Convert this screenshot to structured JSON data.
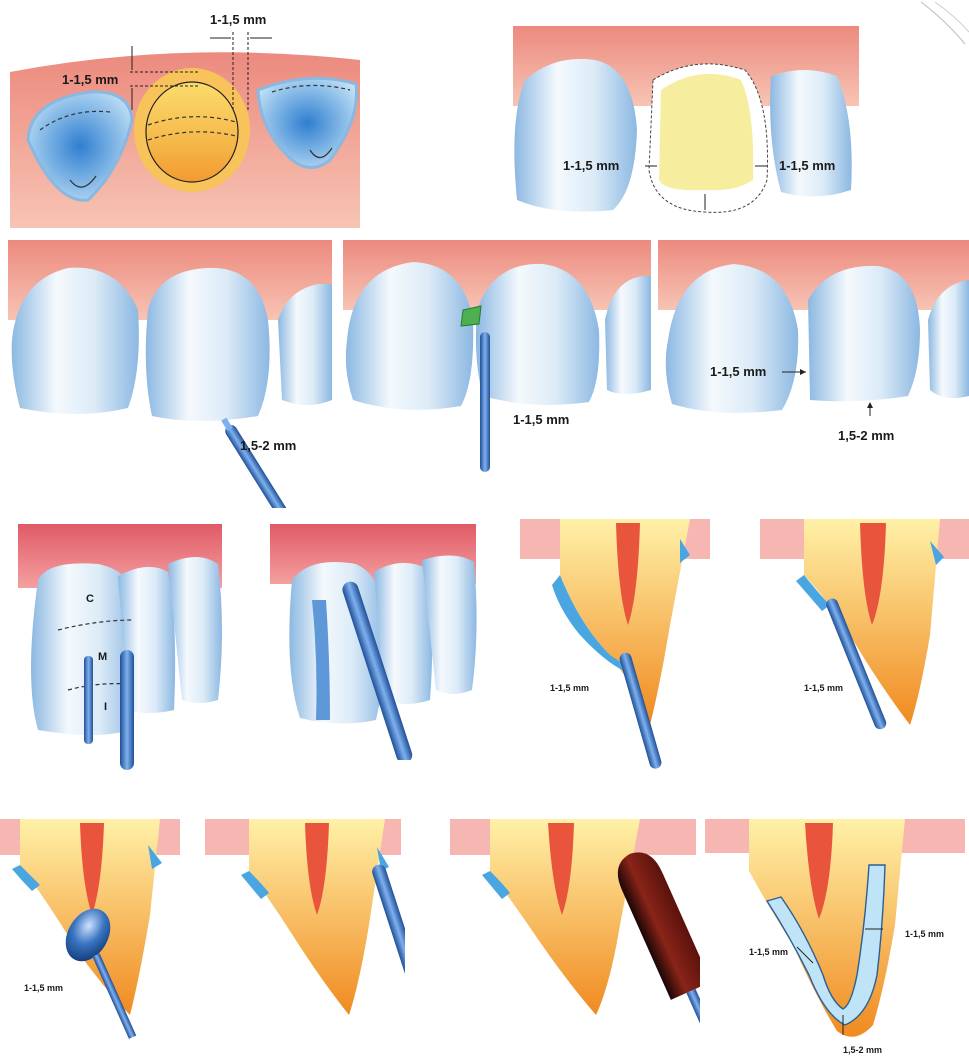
{
  "labels": {
    "p1_top": "1-1,5 mm",
    "p1_left": "1-1,5 mm",
    "p2_left": "1-1,5 mm",
    "p2_right": "1-1,5 mm",
    "p3": "1,5-2 mm",
    "p4": "1-1,5 mm",
    "p5_side": "1-1,5 mm",
    "p5_bottom": "1,5-2 mm",
    "p6_c": "C",
    "p6_m": "M",
    "p6_i": "I",
    "p8": "1-1,5 mm",
    "p9": "1-1,5 mm",
    "p10": "1-1,5 mm",
    "p14_left": "1-1,5 mm",
    "p14_right": "1-1,5 mm",
    "p14_bottom": "1,5-2 mm"
  },
  "colors": {
    "gum": "#f0a898",
    "gum_dark": "#e26e6e",
    "enamel_light": "#eef6fc",
    "enamel_blue": "#8ab8e0",
    "instrument": "#3a74c0",
    "pulp": "#e8553c",
    "dentin": "#f9c25a",
    "bur_red": "#7a1c14",
    "accent_yellow": "#f5eea0",
    "block_green": "#4caf50"
  }
}
